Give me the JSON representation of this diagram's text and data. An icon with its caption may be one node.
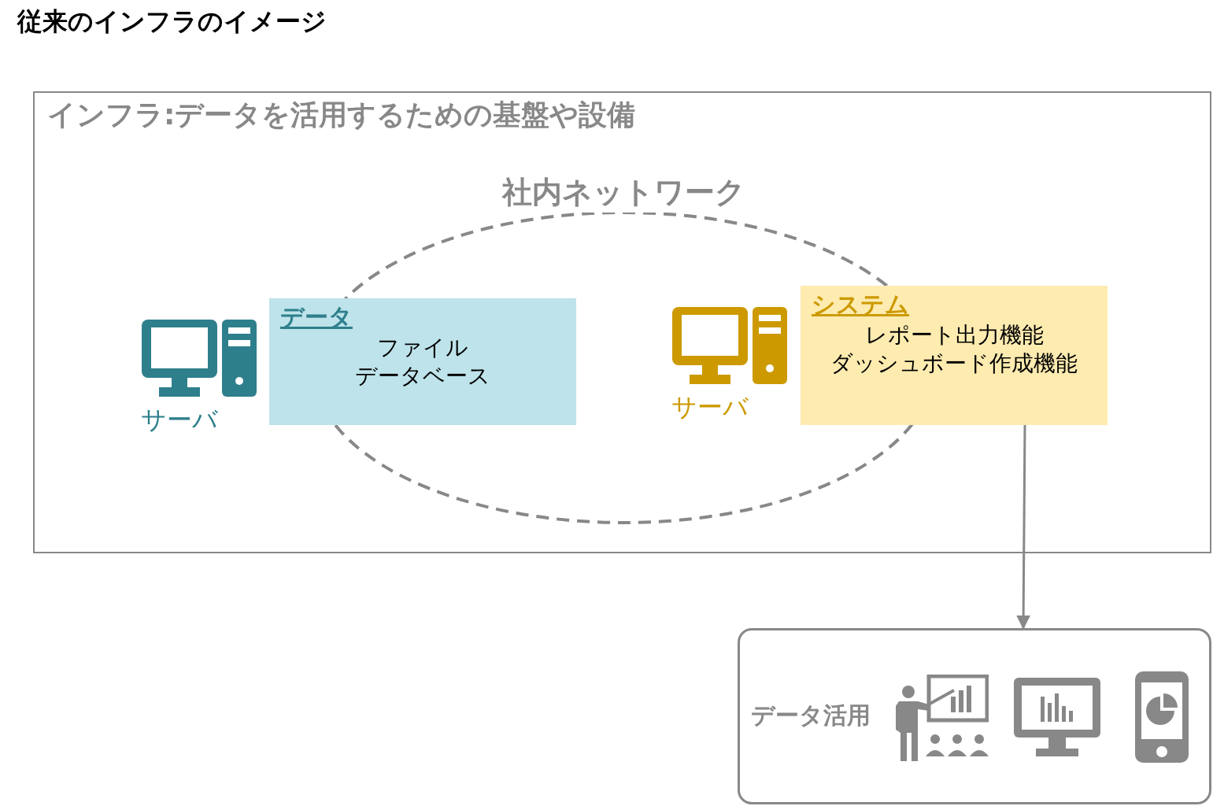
{
  "diagram": {
    "title": "従来のインフラのイメージ",
    "nodes": [
      {
        "text": [
          "インフラ:データを活用するための基盤や設備"
        ]
      },
      {
        "text": [
          "社内ネットワーク"
        ],
        "in": 0
      },
      {
        "text": [
          "サーバ"
        ],
        "in": 0
      },
      {
        "text": [
          "データ",
          "ファイル",
          "データベース"
        ],
        "in": 0
      },
      {
        "text": [
          "サーバ"
        ],
        "in": 1
      },
      {
        "text": [
          "システム",
          "レポート出力機能",
          "ダッシュボード作成機能"
        ],
        "in": 0
      },
      {
        "text": [
          "データ活用"
        ]
      }
    ],
    "edges": [
      {
        "from": 5,
        "to": 6,
        "arrow": "to"
      }
    ]
  }
}
